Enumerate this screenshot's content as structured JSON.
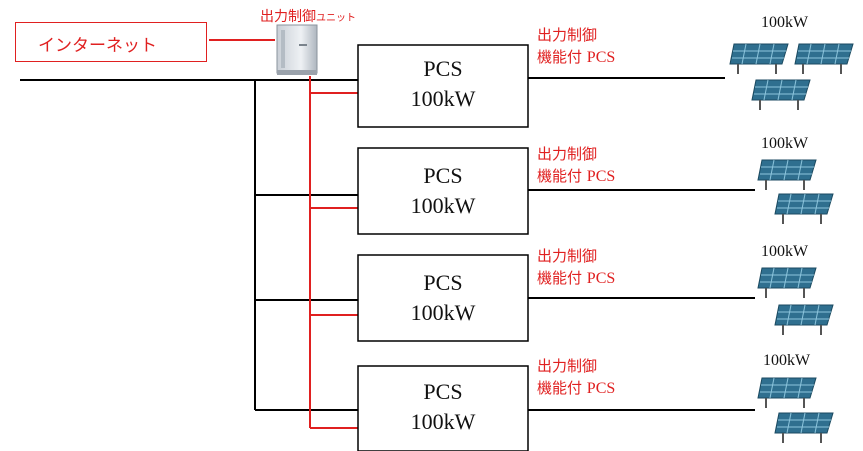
{
  "internet": {
    "label": "インターネット"
  },
  "control_unit": {
    "label_main": "出力制御",
    "label_small": "ユニット",
    "icon": "control-cabinet-icon"
  },
  "pcs_units": [
    {
      "title": "PCS",
      "capacity": "100kW",
      "caption_line1": "出力制御",
      "caption_line2": "機能付",
      "caption_pcs": "PCS",
      "array_capacity": "100kW"
    },
    {
      "title": "PCS",
      "capacity": "100kW",
      "caption_line1": "出力制御",
      "caption_line2": "機能付",
      "caption_pcs": "PCS",
      "array_capacity": "100kW"
    },
    {
      "title": "PCS",
      "capacity": "100kW",
      "caption_line1": "出力制御",
      "caption_line2": "機能付",
      "caption_pcs": "PCS",
      "array_capacity": "100kW"
    },
    {
      "title": "PCS",
      "capacity": "100kW",
      "caption_line1": "出力制御",
      "caption_line2": "機能付",
      "caption_pcs": "PCS",
      "array_capacity": "100kW"
    }
  ],
  "colors": {
    "signal_line": "#e02020",
    "power_line": "#000000",
    "panel_blue": "#2f6f8f",
    "panel_light": "#4f9fbf"
  }
}
